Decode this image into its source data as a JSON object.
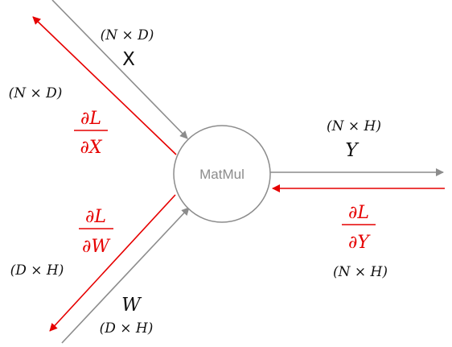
{
  "node": {
    "label": "MatMul"
  },
  "inputs": {
    "x": {
      "name": "X",
      "shape": "(N × D)",
      "grad_shape": "(N × D)"
    },
    "w": {
      "name": "W",
      "shape": "(D × H)",
      "grad_shape": "(D × H)"
    }
  },
  "output": {
    "name": "Y",
    "shape": "(N × H)",
    "grad_shape": "(N × H)"
  },
  "gradients": {
    "dx": {
      "numerator": "∂L",
      "denominator": "∂X"
    },
    "dw": {
      "numerator": "∂L",
      "denominator": "∂W"
    },
    "dy": {
      "numerator": "∂L",
      "denominator": "∂Y"
    }
  },
  "colors": {
    "forward": "#8c8c8c",
    "backward": "#e60000",
    "text": "#111111"
  }
}
